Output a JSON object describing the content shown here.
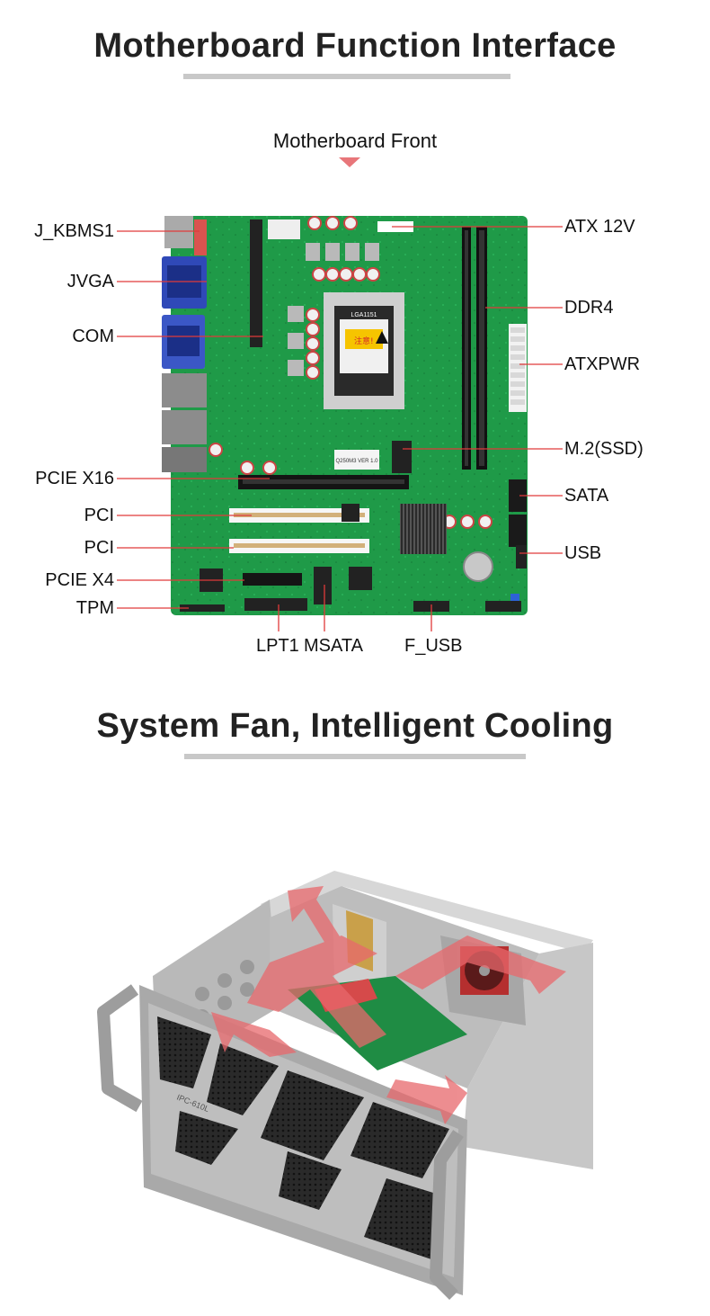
{
  "section1": {
    "title": "Motherboard Function Interface",
    "subtitle": "Motherboard Front"
  },
  "labels_left": [
    "J_KBMS1",
    "JVGA",
    "COM",
    "PCIE X16",
    "PCI",
    "PCI",
    "PCIE X4",
    "TPM"
  ],
  "labels_right": [
    "ATX 12V",
    "DDR4",
    "ATXPWR",
    "M.2(SSD)",
    "SATA",
    "USB"
  ],
  "labels_bottom": [
    "LPT1",
    "MSATA",
    "F_USB"
  ],
  "board_silkscreen": {
    "chip_label": "LGA1151",
    "warning_text": "注意!",
    "model_text": "Q250M3 VER 1.0"
  },
  "section2": {
    "title": "System Fan, Intelligent Cooling",
    "chassis_badge": "IPC-610L"
  },
  "colors": {
    "pcb": "#1f9a48",
    "pcb_dark": "#156b33",
    "leader_line": "#e03a3a",
    "arrow": "#e8686c",
    "title_bar": "#c8c8c8",
    "chassis": "#c9c9c9"
  }
}
